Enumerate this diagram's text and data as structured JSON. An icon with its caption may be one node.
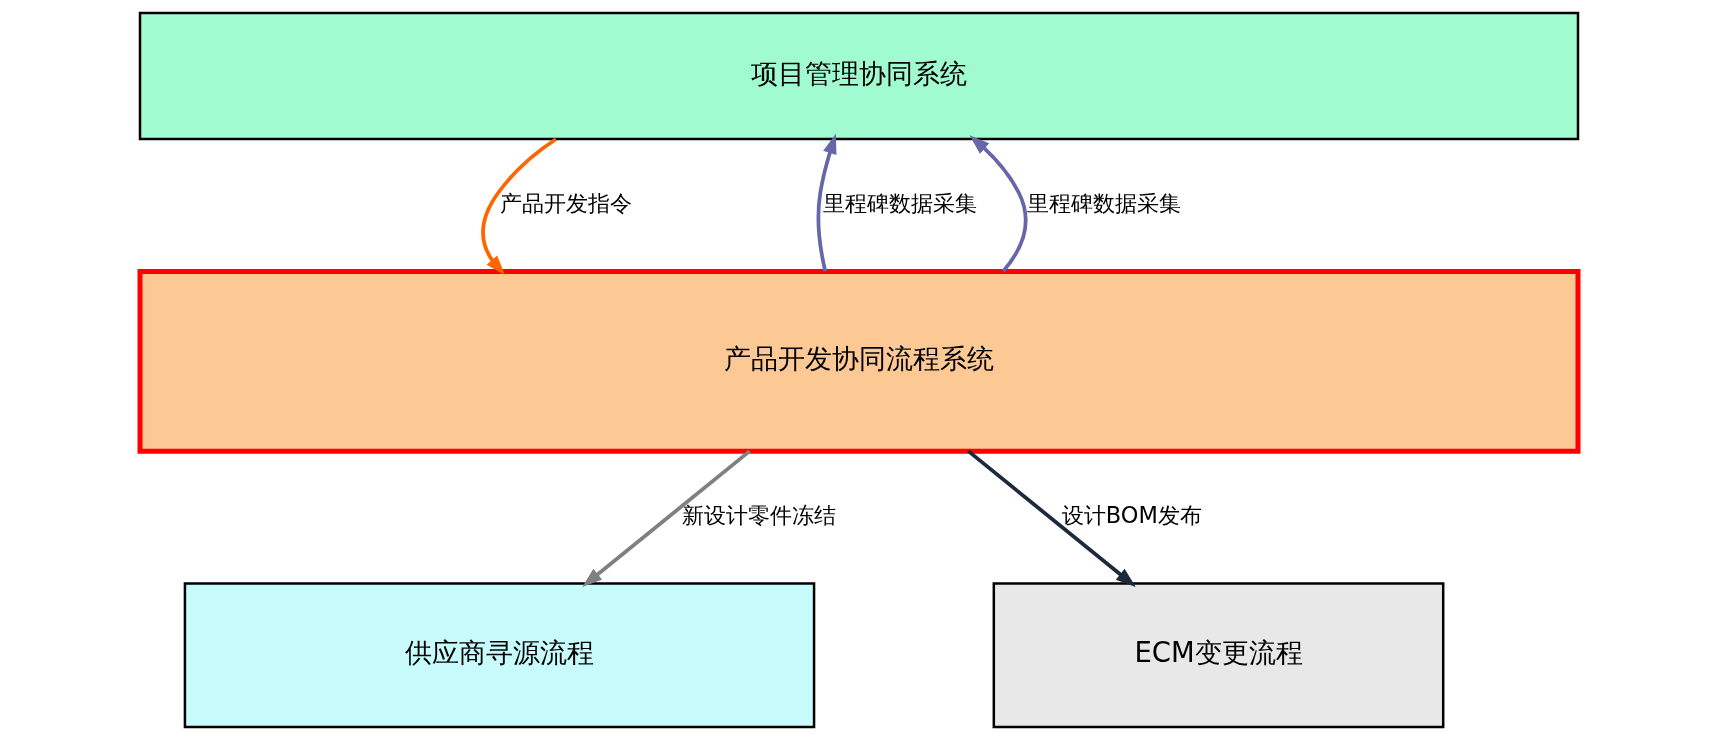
{
  "diagram": {
    "nodes": [
      {
        "text": [
          "项目管理协同系统"
        ]
      },
      {
        "text": [
          "产品开发协同流程系统"
        ]
      },
      {
        "text": [
          "供应商寻源流程"
        ]
      },
      {
        "text": [
          "ECM变更流程"
        ]
      }
    ],
    "edges": [
      {
        "from": 0,
        "to": 1,
        "arrow": "to",
        "label": "产品开发指令",
        "color": "#ff6600"
      },
      {
        "from": 1,
        "to": 0,
        "arrow": "to",
        "label": "里程碑数据采集",
        "color": "#6666a8"
      },
      {
        "from": 1,
        "to": 0,
        "arrow": "to",
        "label": "里程碑数据采集",
        "color": "#6666a8"
      },
      {
        "from": 1,
        "to": 2,
        "arrow": "to",
        "label": "新设计零件冻结",
        "color": "#808080"
      },
      {
        "from": 1,
        "to": 3,
        "arrow": "to",
        "label": "设计BOM发布",
        "color": "#1c2a3c"
      }
    ]
  }
}
